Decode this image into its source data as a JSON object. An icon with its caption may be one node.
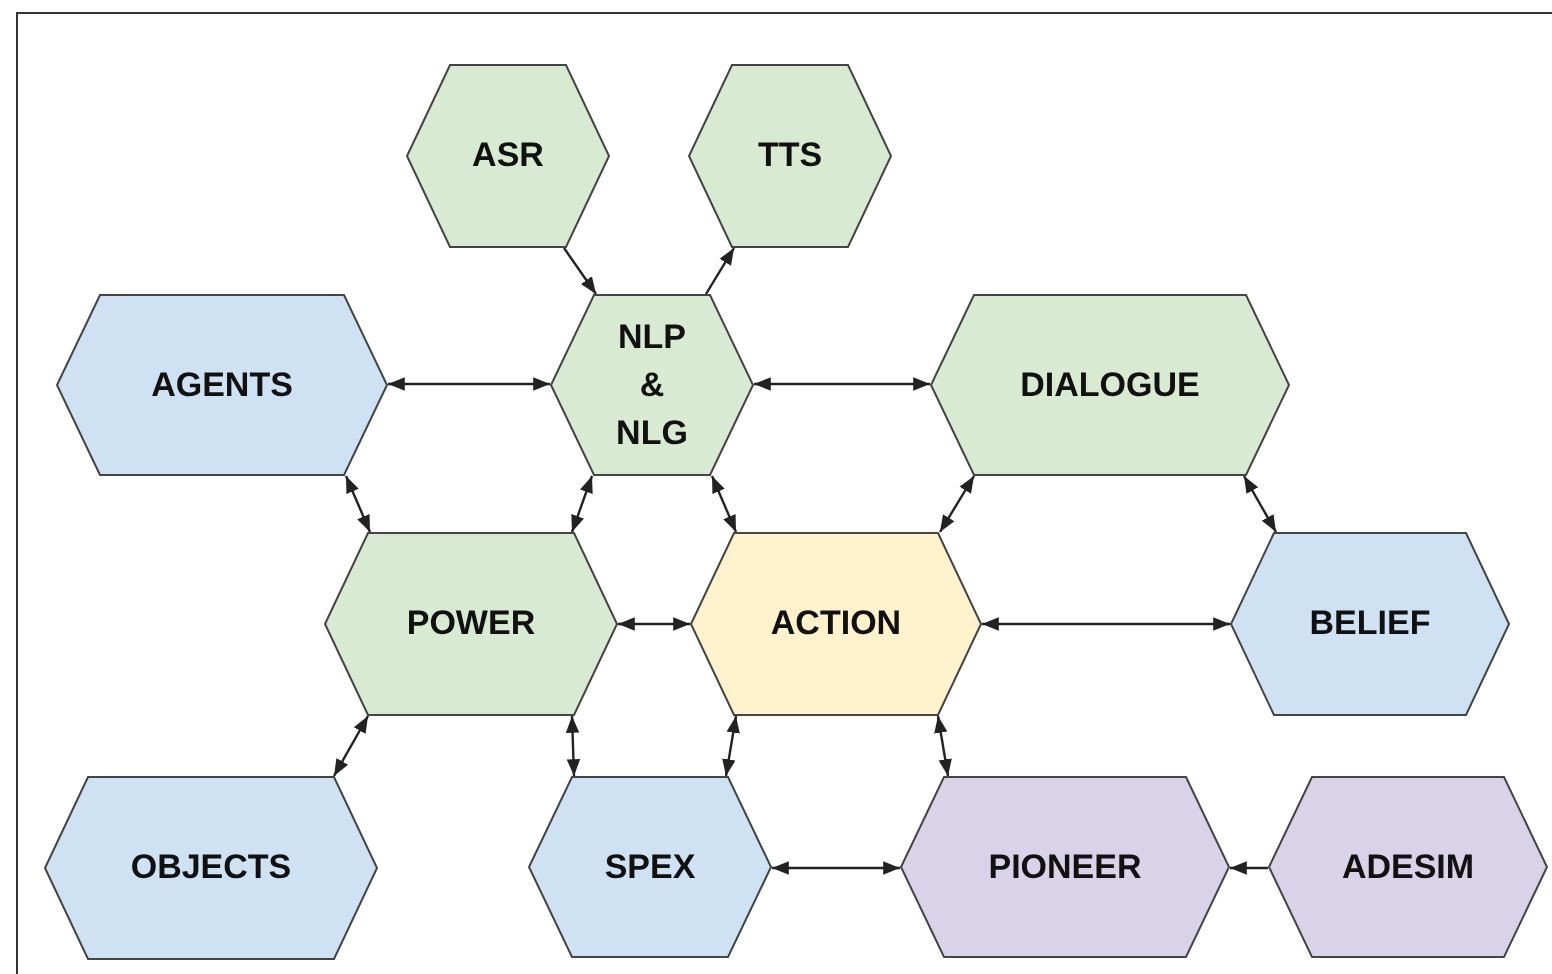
{
  "diagram": {
    "nodes": [
      {
        "text": [
          "ASR"
        ]
      },
      {
        "text": [
          "TTS"
        ]
      },
      {
        "text": [
          "AGENTS"
        ]
      },
      {
        "text": [
          "NLP & NLG"
        ]
      },
      {
        "text": [
          "DIALOGUE"
        ]
      },
      {
        "text": [
          "POWER"
        ]
      },
      {
        "text": [
          "ACTION"
        ]
      },
      {
        "text": [
          "BELIEF"
        ]
      },
      {
        "text": [
          "OBJECTS"
        ]
      },
      {
        "text": [
          "SPEX"
        ]
      },
      {
        "text": [
          "PIONEER"
        ]
      },
      {
        "text": [
          "ADESIM"
        ]
      }
    ],
    "edges": [
      {
        "from": 0,
        "to": 3,
        "arrow": "to"
      },
      {
        "from": 3,
        "to": 1,
        "arrow": "to"
      },
      {
        "from": 2,
        "to": 3,
        "arrow": "both"
      },
      {
        "from": 3,
        "to": 4,
        "arrow": "both"
      },
      {
        "from": 2,
        "to": 5,
        "arrow": "both"
      },
      {
        "from": 3,
        "to": 5,
        "arrow": "both"
      },
      {
        "from": 3,
        "to": 6,
        "arrow": "both"
      },
      {
        "from": 4,
        "to": 6,
        "arrow": "both"
      },
      {
        "from": 4,
        "to": 7,
        "arrow": "both"
      },
      {
        "from": 5,
        "to": 6,
        "arrow": "both"
      },
      {
        "from": 6,
        "to": 7,
        "arrow": "both"
      },
      {
        "from": 5,
        "to": 8,
        "arrow": "both"
      },
      {
        "from": 5,
        "to": 9,
        "arrow": "both"
      },
      {
        "from": 6,
        "to": 9,
        "arrow": "both"
      },
      {
        "from": 6,
        "to": 10,
        "arrow": "both"
      },
      {
        "from": 9,
        "to": 10,
        "arrow": "both"
      },
      {
        "from": 11,
        "to": 10,
        "arrow": "to"
      }
    ]
  }
}
